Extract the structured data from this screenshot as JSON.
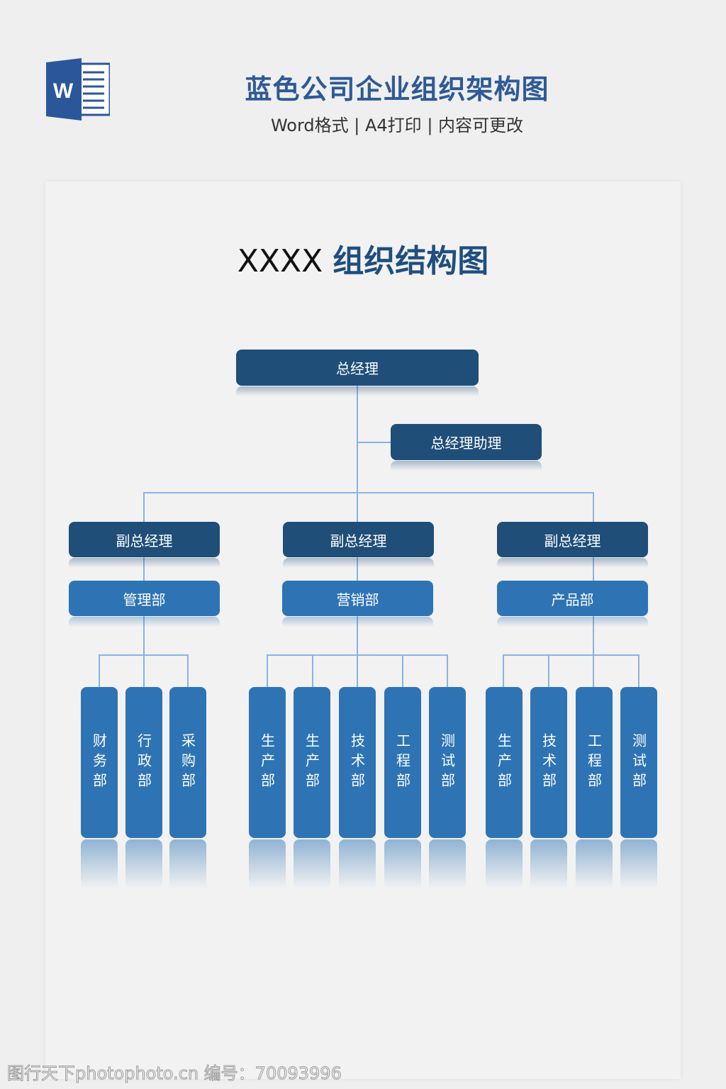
{
  "header": {
    "icon": "word-document-icon",
    "icon_letter": "W",
    "title": "蓝色公司企业组织架构图",
    "subtitle": "Word格式 | A4打印 | 内容可更改"
  },
  "chart": {
    "title_prefix": "XXXX",
    "title_main": "组织结构图"
  },
  "org": {
    "root": "总经理",
    "assistant": "总经理助理",
    "branches": [
      {
        "vp": "副总经理",
        "dept": "管理部",
        "units": [
          "财务部",
          "行政部",
          "采购部"
        ]
      },
      {
        "vp": "副总经理",
        "dept": "营销部",
        "units": [
          "生产部",
          "生产部",
          "技术部",
          "工程部",
          "测试部"
        ]
      },
      {
        "vp": "副总经理",
        "dept": "产品部",
        "units": [
          "生产部",
          "技术部",
          "工程部",
          "测试部"
        ]
      }
    ]
  },
  "colors": {
    "dark_box": "#1f4e79",
    "mid_box": "#2e74b5",
    "connector": "#8cb3dd",
    "title_blue": "#2e5a96"
  },
  "watermark": "图行天下photophoto.cn 编号：70093996"
}
